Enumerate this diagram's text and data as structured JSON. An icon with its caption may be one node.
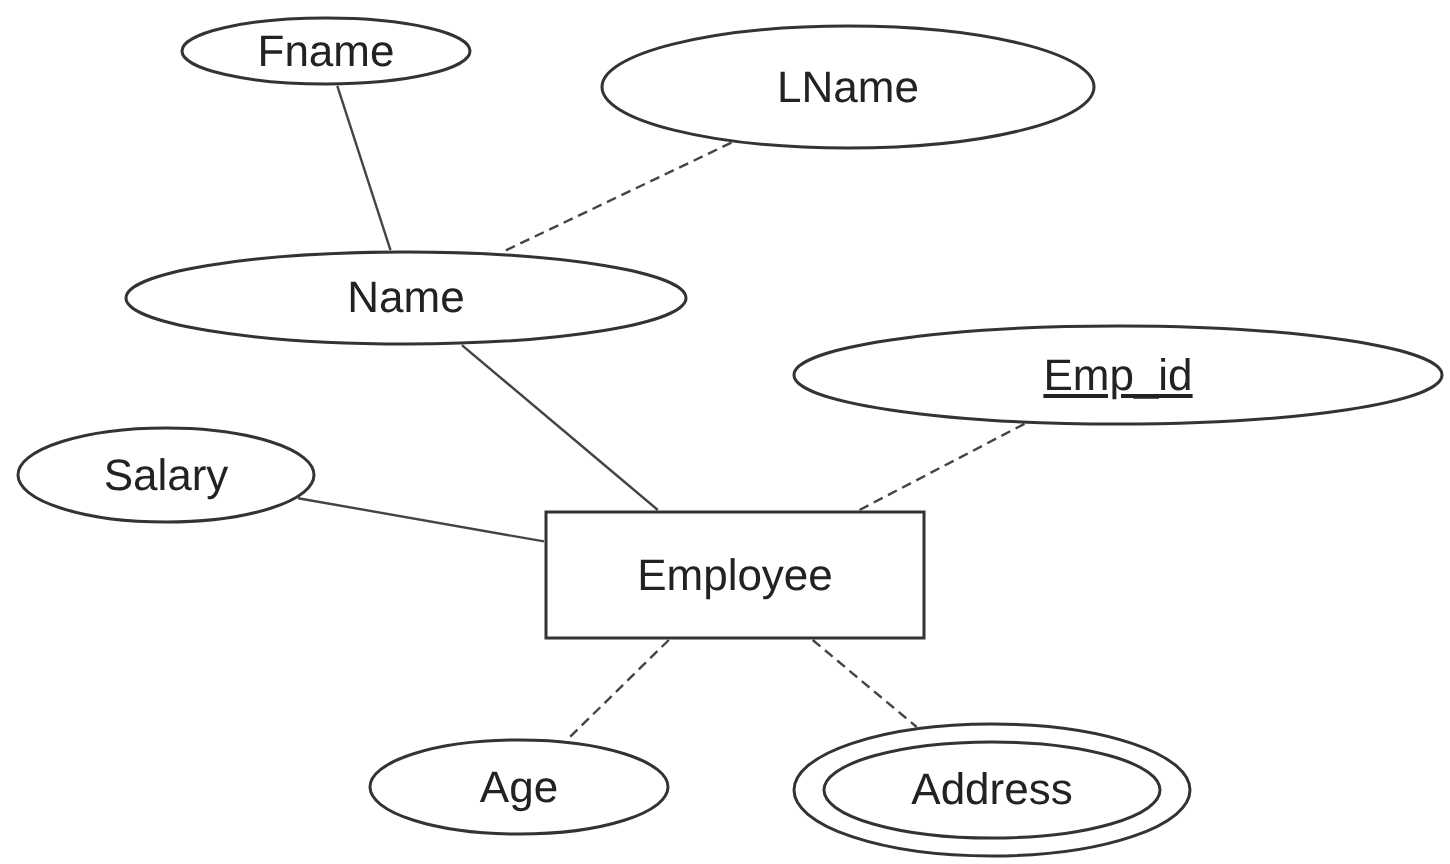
{
  "diagram": {
    "nodes": [
      {
        "text": [
          "Fname"
        ]
      },
      {
        "text": [
          "LName"
        ]
      },
      {
        "text": [
          "Name"
        ]
      },
      {
        "text": [
          "Emp_id"
        ]
      },
      {
        "text": [
          "Salary"
        ]
      },
      {
        "text": [
          "Employee"
        ]
      },
      {
        "text": [
          "Age"
        ]
      },
      {
        "text": [
          "Address"
        ]
      }
    ],
    "edges": [
      {
        "from": 0,
        "to": 2,
        "arrow": "none"
      },
      {
        "from": 1,
        "to": 2,
        "arrow": "none",
        "style": "dashed"
      },
      {
        "from": 2,
        "to": 5,
        "arrow": "none"
      },
      {
        "from": 3,
        "to": 5,
        "arrow": "none",
        "style": "dashed"
      },
      {
        "from": 4,
        "to": 5,
        "arrow": "none"
      },
      {
        "from": 5,
        "to": 6,
        "arrow": "none",
        "style": "dashed"
      },
      {
        "from": 5,
        "to": 7,
        "arrow": "none",
        "style": "dashed"
      }
    ]
  }
}
